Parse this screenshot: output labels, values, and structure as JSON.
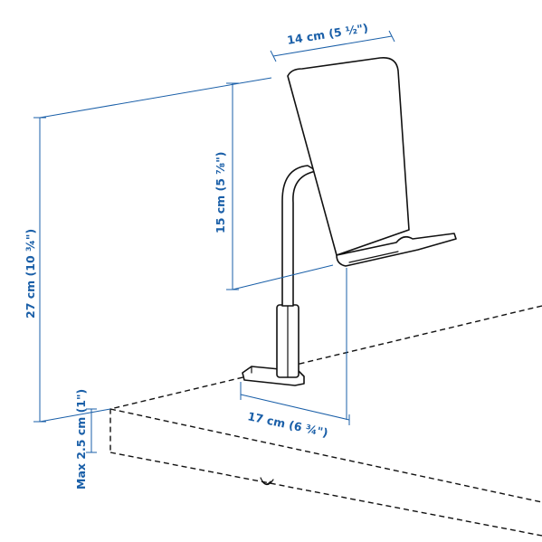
{
  "diagram": {
    "colors": {
      "dimension": "#1a5fa8",
      "outline": "#111111",
      "background": "#ffffff"
    },
    "dimensions": {
      "width_top": "14 cm (5 ½\")",
      "height_holder": "15 cm (5 ⅞\")",
      "height_total": "27 cm (10 ¾\")",
      "clamp_max": "Max 2.5 cm (1\")",
      "depth_base": "17 cm (6 ¾\")"
    }
  }
}
